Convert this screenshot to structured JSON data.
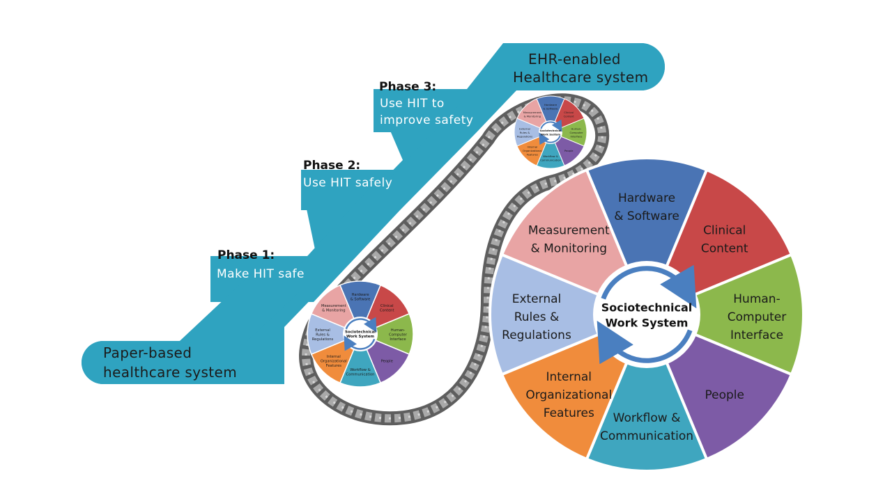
{
  "staircase": {
    "start_label": [
      "Paper-based",
      "healthcare system"
    ],
    "end_label": [
      "EHR-enabled",
      "Healthcare system"
    ],
    "phases": [
      {
        "title": "Phase 1:",
        "text": [
          "Make HIT safe"
        ]
      },
      {
        "title": "Phase 2:",
        "text": [
          "Use HIT safely"
        ]
      },
      {
        "title": "Phase 3:",
        "text": [
          "Use HIT to",
          "improve safety"
        ]
      }
    ]
  },
  "wheel": {
    "center_label": [
      "Sociotechnical",
      "Work System"
    ],
    "segments": [
      {
        "label": [
          "Hardware",
          "& Software"
        ],
        "color": "#4a74b4"
      },
      {
        "label": [
          "Clinical",
          "Content"
        ],
        "color": "#c84848"
      },
      {
        "label": [
          "Human-",
          "Computer",
          "Interface"
        ],
        "color": "#8cb84c"
      },
      {
        "label": [
          "People"
        ],
        "color": "#7d5ba6"
      },
      {
        "label": [
          "Workflow &",
          "Communication"
        ],
        "color": "#3fa6bf"
      },
      {
        "label": [
          "Internal",
          "Organizational",
          "Features"
        ],
        "color": "#f08c3c"
      },
      {
        "label": [
          "External",
          "Rules &",
          "Regulations"
        ],
        "color": "#a8bee4"
      },
      {
        "label": [
          "Measurement",
          "& Monitoring"
        ],
        "color": "#e8a4a4"
      }
    ]
  },
  "mini_wheels": [
    {
      "name": "lower-mini-wheel"
    },
    {
      "name": "upper-mini-wheel"
    }
  ],
  "colors": {
    "staircase_blue": "#2fa3c0",
    "chain_steel": "#6d6d6d",
    "arrow_blue": "#4a7fc0"
  }
}
